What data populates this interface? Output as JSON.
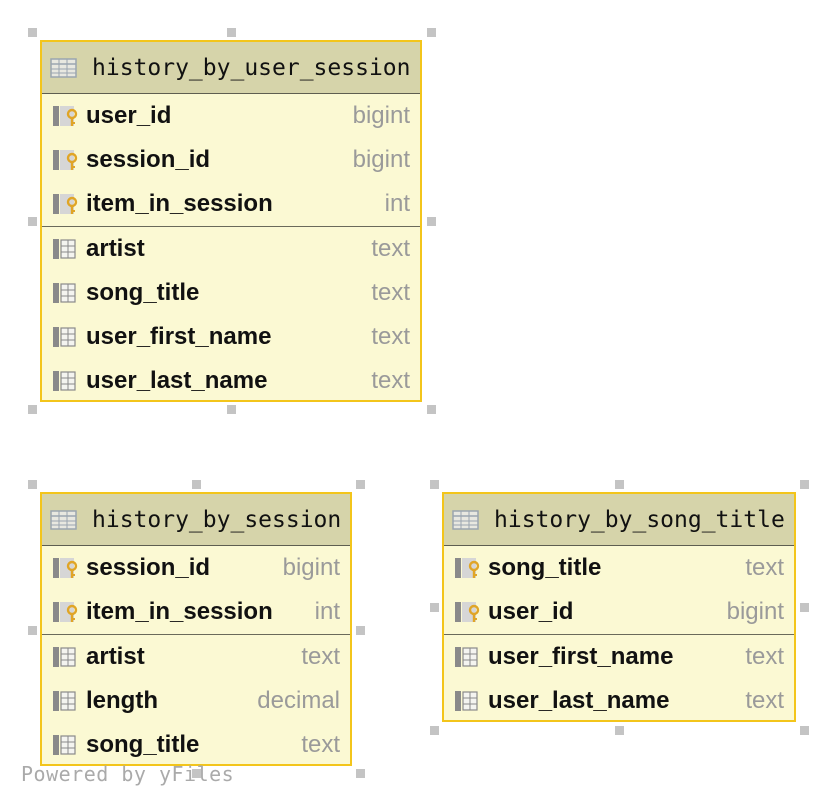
{
  "tables": [
    {
      "title": "history_by_user_session",
      "key_columns": [
        {
          "name": "user_id",
          "type": "bigint"
        },
        {
          "name": "session_id",
          "type": "bigint"
        },
        {
          "name": "item_in_session",
          "type": "int"
        }
      ],
      "columns": [
        {
          "name": "artist",
          "type": "text"
        },
        {
          "name": "song_title",
          "type": "text"
        },
        {
          "name": "user_first_name",
          "type": "text"
        },
        {
          "name": "user_last_name",
          "type": "text"
        }
      ]
    },
    {
      "title": "history_by_session",
      "key_columns": [
        {
          "name": "session_id",
          "type": "bigint"
        },
        {
          "name": "item_in_session",
          "type": "int"
        }
      ],
      "columns": [
        {
          "name": "artist",
          "type": "text"
        },
        {
          "name": "length",
          "type": "decimal"
        },
        {
          "name": "song_title",
          "type": "text"
        }
      ]
    },
    {
      "title": "history_by_song_title",
      "key_columns": [
        {
          "name": "song_title",
          "type": "text"
        },
        {
          "name": "user_id",
          "type": "bigint"
        }
      ],
      "columns": [
        {
          "name": "user_first_name",
          "type": "text"
        },
        {
          "name": "user_last_name",
          "type": "text"
        }
      ]
    }
  ],
  "watermark": "Powered by yFiles",
  "colors": {
    "table_fill": "#fbf9d3",
    "table_border": "#f3c51b",
    "header_fill": "#d6d4aa",
    "key_color": "#e0a526",
    "type_text": "#9a9a9a"
  },
  "icons": {
    "table": "table-grid-icon",
    "key_column": "primary-key-column-icon",
    "column": "column-icon"
  }
}
